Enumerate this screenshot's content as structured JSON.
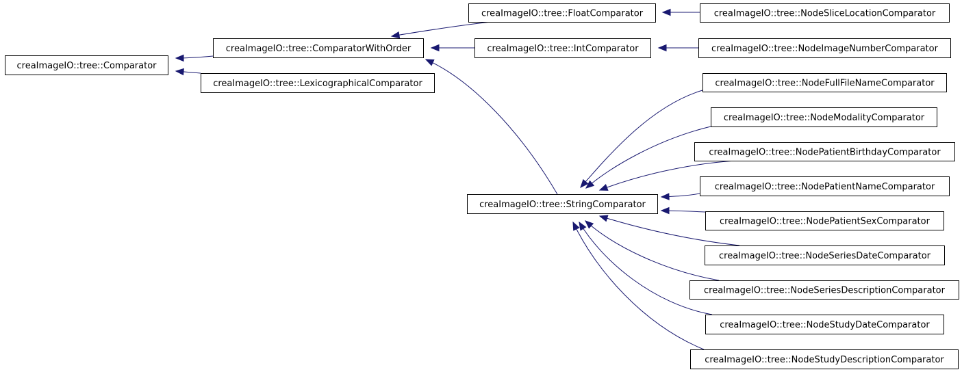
{
  "colors": {
    "edge": "#191970",
    "box_border": "#000000",
    "background": "#ffffff"
  },
  "nodes": [
    {
      "id": "comparator",
      "label": "creaImageIO::tree::Comparator"
    },
    {
      "id": "comparator-with-order",
      "label": "creaImageIO::tree::ComparatorWithOrder"
    },
    {
      "id": "lexicographical-comparator",
      "label": "creaImageIO::tree::LexicographicalComparator"
    },
    {
      "id": "float-comparator",
      "label": "creaImageIO::tree::FloatComparator"
    },
    {
      "id": "int-comparator",
      "label": "creaImageIO::tree::IntComparator"
    },
    {
      "id": "string-comparator",
      "label": "creaImageIO::tree::StringComparator"
    },
    {
      "id": "node-slice-location-comparator",
      "label": "creaImageIO::tree::NodeSliceLocationComparator"
    },
    {
      "id": "node-image-number-comparator",
      "label": "creaImageIO::tree::NodeImageNumberComparator"
    },
    {
      "id": "node-full-file-name-comparator",
      "label": "creaImageIO::tree::NodeFullFileNameComparator"
    },
    {
      "id": "node-modality-comparator",
      "label": "creaImageIO::tree::NodeModalityComparator"
    },
    {
      "id": "node-patient-birthday-comparator",
      "label": "creaImageIO::tree::NodePatientBirthdayComparator"
    },
    {
      "id": "node-patient-name-comparator",
      "label": "creaImageIO::tree::NodePatientNameComparator"
    },
    {
      "id": "node-patient-sex-comparator",
      "label": "creaImageIO::tree::NodePatientSexComparator"
    },
    {
      "id": "node-series-date-comparator",
      "label": "creaImageIO::tree::NodeSeriesDateComparator"
    },
    {
      "id": "node-series-description-comparator",
      "label": "creaImageIO::tree::NodeSeriesDescriptionComparator"
    },
    {
      "id": "node-study-date-comparator",
      "label": "creaImageIO::tree::NodeStudyDateComparator"
    },
    {
      "id": "node-study-description-comparator",
      "label": "creaImageIO::tree::NodeStudyDescriptionComparator"
    }
  ],
  "edges": [
    {
      "from": "comparator-with-order",
      "to": "comparator"
    },
    {
      "from": "lexicographical-comparator",
      "to": "comparator"
    },
    {
      "from": "float-comparator",
      "to": "comparator-with-order"
    },
    {
      "from": "int-comparator",
      "to": "comparator-with-order"
    },
    {
      "from": "string-comparator",
      "to": "comparator-with-order"
    },
    {
      "from": "node-slice-location-comparator",
      "to": "float-comparator"
    },
    {
      "from": "node-image-number-comparator",
      "to": "int-comparator"
    },
    {
      "from": "node-full-file-name-comparator",
      "to": "string-comparator"
    },
    {
      "from": "node-modality-comparator",
      "to": "string-comparator"
    },
    {
      "from": "node-patient-birthday-comparator",
      "to": "string-comparator"
    },
    {
      "from": "node-patient-name-comparator",
      "to": "string-comparator"
    },
    {
      "from": "node-patient-sex-comparator",
      "to": "string-comparator"
    },
    {
      "from": "node-series-date-comparator",
      "to": "string-comparator"
    },
    {
      "from": "node-series-description-comparator",
      "to": "string-comparator"
    },
    {
      "from": "node-study-date-comparator",
      "to": "string-comparator"
    },
    {
      "from": "node-study-description-comparator",
      "to": "string-comparator"
    }
  ]
}
